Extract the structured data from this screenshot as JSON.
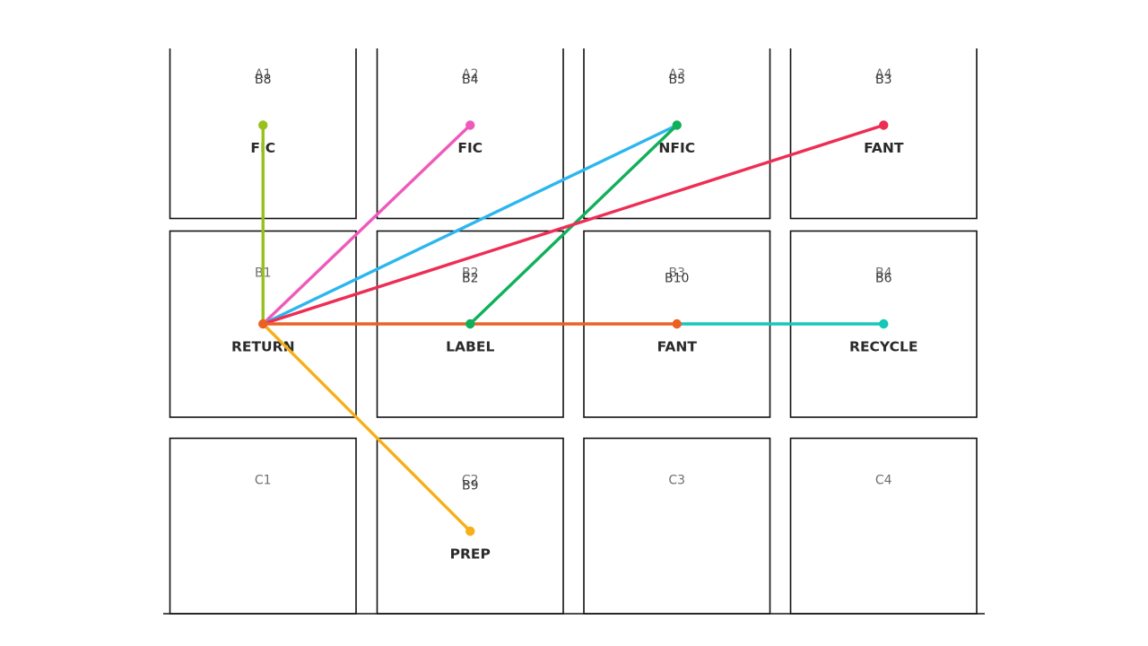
{
  "colors": {
    "lime": "#98c11b",
    "pink": "#ef5aba",
    "sky": "#2cb6ef",
    "green": "#10b05a",
    "red": "#ee2d54",
    "orange": "#eb6124",
    "teal": "#14c8b8",
    "amber": "#f8ae18"
  },
  "cells": [
    {
      "id": "A1",
      "bins": [
        "B8"
      ],
      "label": "FIC"
    },
    {
      "id": "A2",
      "bins": [
        "B4"
      ],
      "label": "FIC"
    },
    {
      "id": "A3",
      "bins": [
        "B5"
      ],
      "label": "NFIC"
    },
    {
      "id": "A4",
      "bins": [
        "B3"
      ],
      "label": "FANT"
    },
    {
      "id": "B1",
      "bins": [],
      "label": "RETURN"
    },
    {
      "id": "B2",
      "bins": [
        "B2"
      ],
      "label": "LABEL"
    },
    {
      "id": "B3",
      "bins": [
        "B10"
      ],
      "label": "FANT"
    },
    {
      "id": "B4",
      "bins": [
        "B6"
      ],
      "label": "RECYCLE"
    },
    {
      "id": "C1",
      "bins": [],
      "label": ""
    },
    {
      "id": "C2",
      "bins": [
        "B9"
      ],
      "label": "PREP"
    },
    {
      "id": "C3",
      "bins": [],
      "label": ""
    },
    {
      "id": "C4",
      "bins": [],
      "label": ""
    }
  ],
  "connections": [
    {
      "from": "B1",
      "to": "A1",
      "color": "lime"
    },
    {
      "from": "B1",
      "to": "A2",
      "color": "pink"
    },
    {
      "from": "B1",
      "to": "A3",
      "color": "sky"
    },
    {
      "from": "B2",
      "to": "A3",
      "color": "green"
    },
    {
      "from": "B1",
      "to": "A4",
      "color": "red"
    },
    {
      "from": "B1",
      "to": "B3",
      "color": "orange"
    },
    {
      "from": "B3",
      "to": "B4",
      "color": "teal"
    },
    {
      "from": "B1",
      "to": "C2",
      "color": "amber"
    }
  ],
  "endpoint_colors": {
    "A1": "lime",
    "A2": "pink",
    "A3": "green",
    "A4": "red",
    "B1": "orange",
    "B2": "green",
    "B3": "orange",
    "B4": "teal",
    "C2": "amber"
  }
}
